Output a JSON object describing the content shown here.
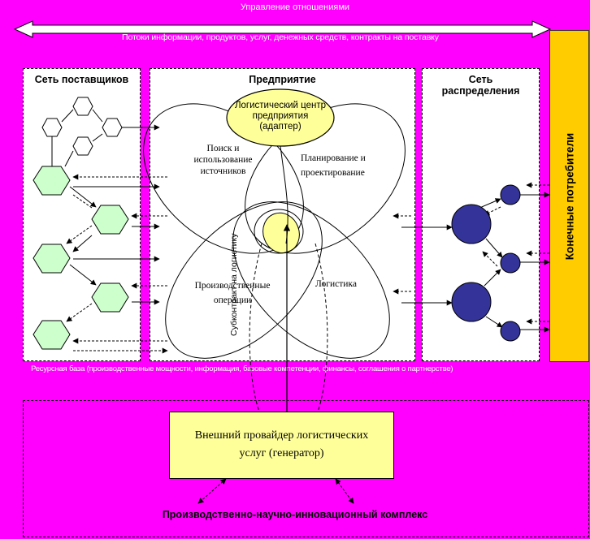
{
  "header": {
    "management": "Управление отношениями",
    "flows": "Потоки информации, продуктов, услуг, денежных средств, контракты на поставку"
  },
  "suppliers": {
    "title": "Сеть поставщиков"
  },
  "enterprise": {
    "title": "Предприятие",
    "logistics_center": [
      "Логистический центр",
      "предприятия",
      "(адаптер)"
    ],
    "search": [
      "Поиск и",
      "использование",
      "источников"
    ],
    "planning": [
      "Планирование и",
      "проектирование"
    ],
    "production": [
      "Производственные",
      "операции"
    ],
    "logistics": "Логистика",
    "subcontract": "Субконтракт на логистику"
  },
  "distribution": {
    "title_line1": "Сеть",
    "title_line2": "распределения"
  },
  "consumers": {
    "label": "Конечные потребители"
  },
  "resource_base": "Ресурсная база (производственные мощности, информация, базовые компетенции, финансы, соглашения о партнерстве)",
  "provider": {
    "line1": "Внешний провайдер логистических",
    "line2": "услуг (генератор)"
  },
  "complex": "Производственно-научно-инновационный комплекс",
  "colors": {
    "background": "#ff00ff",
    "hexagon_green": "#ccffcc",
    "circle_navy": "#333399",
    "yellow_center": "#ffff99",
    "consumer_bar": "#ffcc00"
  }
}
